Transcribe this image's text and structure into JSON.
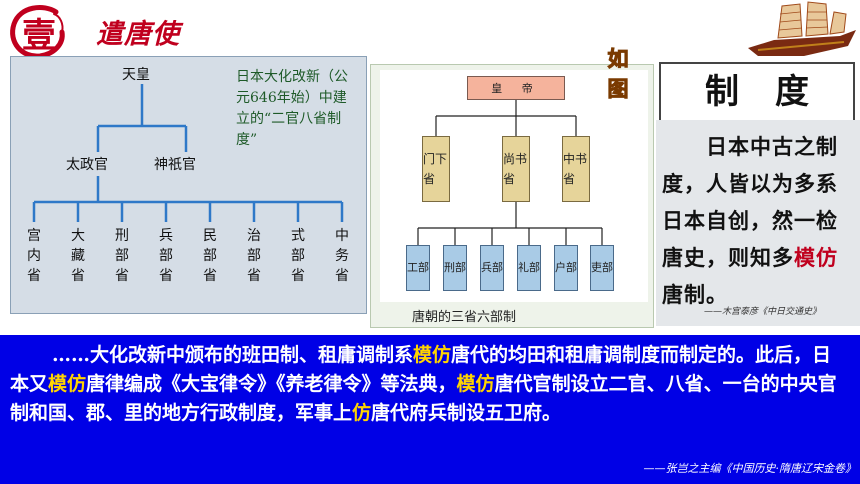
{
  "header": {
    "number": "壹",
    "title": "遣唐使"
  },
  "japan_chart": {
    "top": "天皇",
    "level2": [
      "太政官",
      "神祇官"
    ],
    "ministries": [
      "宫内省",
      "大藏省",
      "刑部省",
      "兵部省",
      "民部省",
      "治部省",
      "式部省",
      "中务省"
    ],
    "note": "日本大化改新（公元646年始）中建立的“二官八省制度”"
  },
  "tang_chart": {
    "emperor": "皇 帝",
    "departments": [
      "门下省",
      "尚书省",
      "中书省"
    ],
    "ministries": [
      "工部",
      "刑部",
      "兵部",
      "礼部",
      "户部",
      "吏部"
    ],
    "caption": "唐朝的三省六部制"
  },
  "badge": "如图",
  "section_title": "制度",
  "quote": {
    "before": "日本中古之制度，人皆以为多系日本自创，然一检唐史，则知多",
    "highlight": "模仿",
    "after": "唐制。",
    "source": "——木宫泰彦《中日交通史》"
  },
  "bottom": {
    "segments": [
      {
        "text": "……大化改新中颁布的班田制、租庸调制系",
        "hl": false
      },
      {
        "text": "模仿",
        "hl": true
      },
      {
        "text": "唐代的均田和租庸调制度而制定的。此后，日本又",
        "hl": false
      },
      {
        "text": "模仿",
        "hl": true
      },
      {
        "text": "唐律编成《大宝律令》《养老律令》等法典，",
        "hl": false
      },
      {
        "text": "模仿",
        "hl": true
      },
      {
        "text": "唐代官制设立二官、八省、一台的中央官制和国、郡、里的地方行政制度，军事上",
        "hl": false
      },
      {
        "text": "仿",
        "hl": true
      },
      {
        "text": "唐代府兵制设五卫府。",
        "hl": false
      }
    ],
    "source": "——张岂之主编《中国历史·隋唐辽宋金卷》"
  },
  "colors": {
    "accent_red": "#c0001e",
    "highlight_yellow": "#ffd400",
    "blue_bg": "#0000e6",
    "badge_orange": "#ff8a00"
  }
}
